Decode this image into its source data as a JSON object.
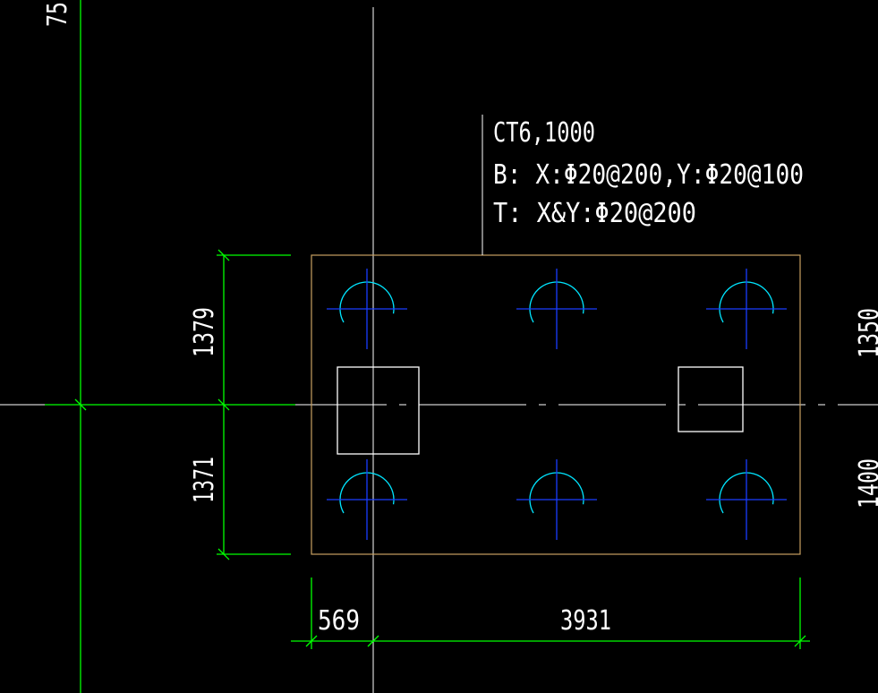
{
  "drawing": {
    "cap_label": {
      "line1": "CT6,1000",
      "line2": "B:  X:Φ20@200,Y:Φ20@100",
      "line3": "T:  X&Y:Φ20@200"
    },
    "dimensions": {
      "top_left_fragment": "75",
      "left_upper": "1379",
      "left_lower": "1371",
      "bottom_left": "569",
      "bottom_right": "3931",
      "right_upper_fragment": "1350",
      "right_lower_fragment": "1400"
    },
    "piles": {
      "count": 6
    },
    "columns": {
      "count": 2
    }
  },
  "colors": {
    "background": "#000000",
    "dimension_line": "#00ff00",
    "outline": "#c8a060",
    "pile_arc": "#00e5ff",
    "pile_cross": "#1a3cff",
    "text": "#ffffff",
    "axis": "#ffffff"
  }
}
